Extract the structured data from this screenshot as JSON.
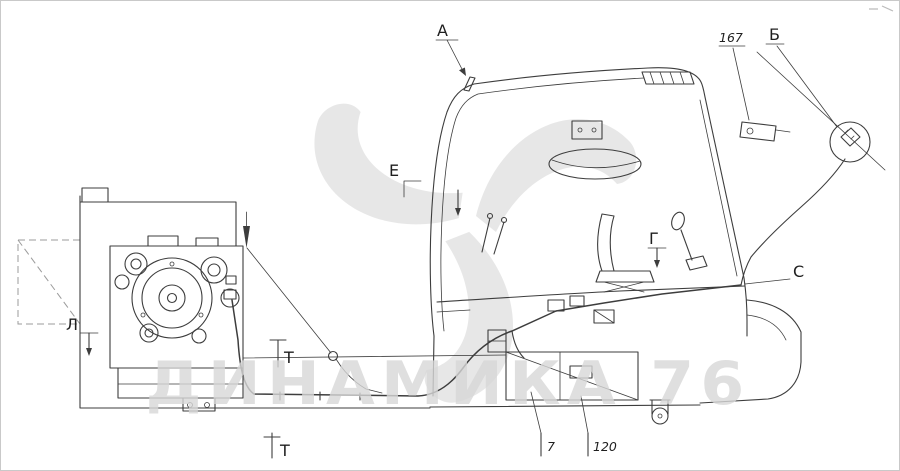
{
  "colors": {
    "line": "#3d3d3d",
    "faint": "#9b9b9b",
    "wm": "#d8d8d8",
    "bg": "#ffffff",
    "border": "#c9c9c9",
    "label": "#1f1f1f"
  },
  "watermark": {
    "text": "ДИНАМИКА 76"
  },
  "labels": {
    "a": "А",
    "n167": "167",
    "b": "Б",
    "e": "Е",
    "g": "Г",
    "c": "С",
    "l": "Л",
    "t_upper": "Т",
    "t_lower": "Т",
    "n7": "7",
    "n120": "120"
  }
}
